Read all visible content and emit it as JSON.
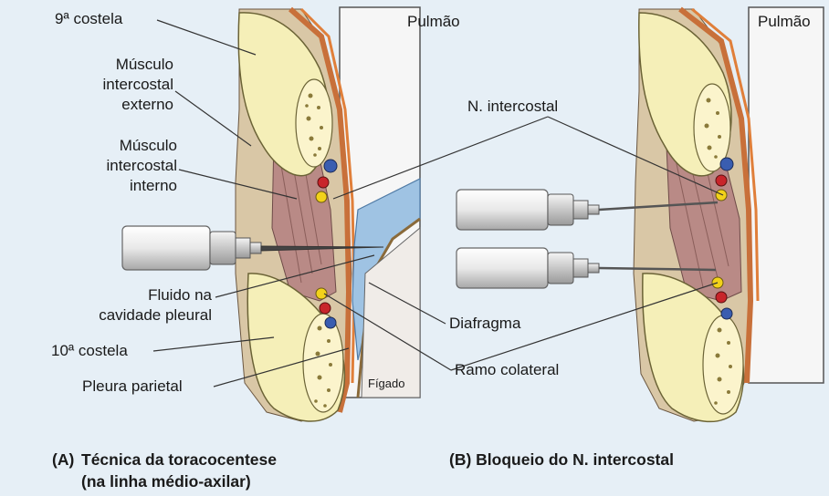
{
  "panel_a": {
    "lung_label": "Pulmão",
    "liver_label": "Fígado",
    "labels": {
      "rib9": "9ª costela",
      "ext_muscle_l1": "Músculo",
      "ext_muscle_l2": "intercostal",
      "ext_muscle_l3": "externo",
      "int_muscle_l1": "Músculo",
      "int_muscle_l2": "intercostal",
      "int_muscle_l3": "interno",
      "fluid_l1": "Fluido na",
      "fluid_l2": "cavidade pleural",
      "rib10": "10ª costela",
      "parietal_pleura": "Pleura parietal"
    },
    "caption_letter": "(A)",
    "caption_l1": "Técnica da toracocentese",
    "caption_l2": "(na linha médio-axilar)"
  },
  "center_labels": {
    "intercostal_nerve": "N. intercostal",
    "diaphragm": "Diafragma",
    "collateral_branch": "Ramo colateral"
  },
  "panel_b": {
    "lung_label": "Pulmão",
    "caption": "(B) Bloqueio do N. intercostal"
  },
  "colors": {
    "background": "#e6eff6",
    "bone": "#f5efb8",
    "muscle": "#b98a86",
    "pleural_fluid": "#9fc3e3",
    "nerve": "#f2d21a",
    "artery": "#c8252b",
    "vein": "#3a5db0"
  }
}
